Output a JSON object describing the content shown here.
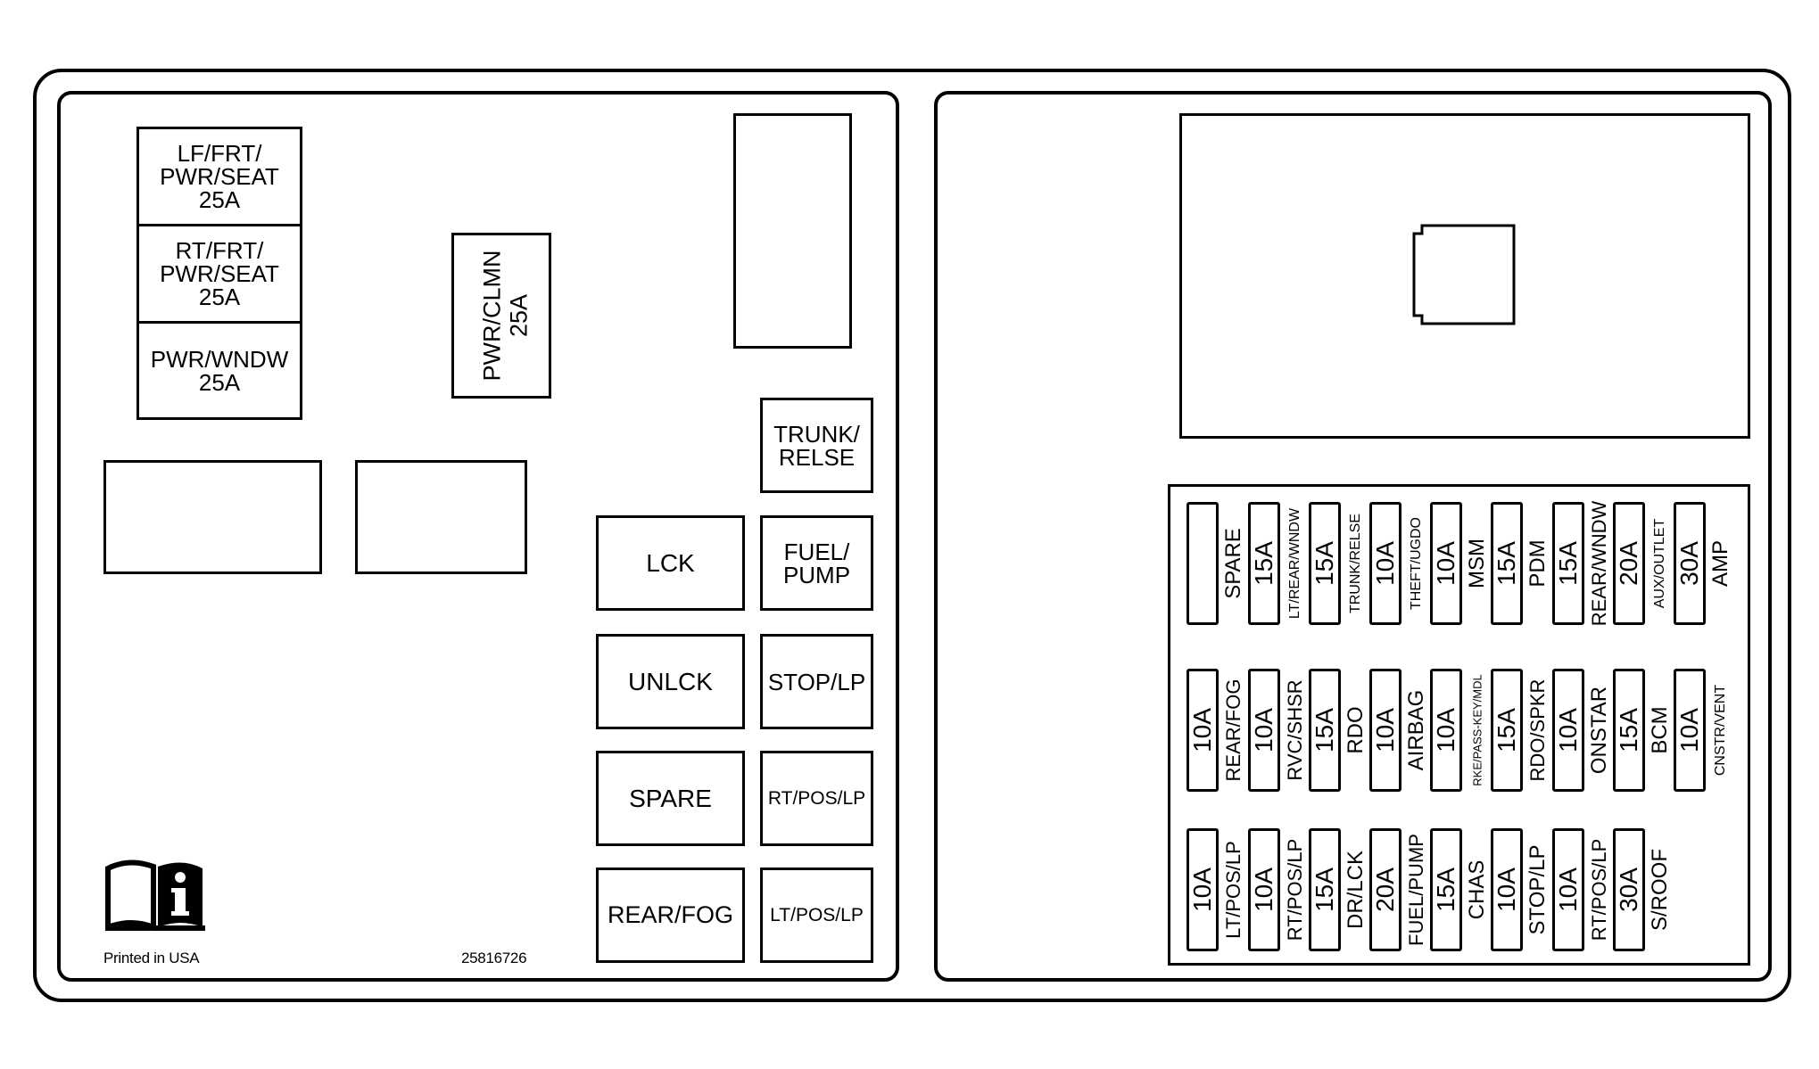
{
  "left_panel": {
    "stack": [
      {
        "label": "LF/FRT/\nPWR/SEAT\n25A"
      },
      {
        "label": "RT/FRT/\nPWR/SEAT\n25A"
      },
      {
        "label": "PWR/WNDW\n25A"
      }
    ],
    "pwr_clmn": {
      "name": "PWR/CLMN",
      "amp": "25A"
    },
    "relays": [
      {
        "label": "TRUNK/\nRELSE"
      },
      {
        "label": "LCK"
      },
      {
        "label": "FUEL/\nPUMP"
      },
      {
        "label": "UNLCK"
      },
      {
        "label": "STOP/LP"
      },
      {
        "label": "SPARE"
      },
      {
        "label": "RT/POS/LP"
      },
      {
        "label": "REAR/FOG"
      },
      {
        "label": "LT/POS/LP"
      }
    ],
    "footer_left": "Printed in USA",
    "footer_number": "25816726"
  },
  "fuse_rows": [
    [
      {
        "amp": "",
        "name": "SPARE"
      },
      {
        "amp": "15A",
        "name": "LT/REAR/WNDW"
      },
      {
        "amp": "15A",
        "name": "TRUNK/RELSE"
      },
      {
        "amp": "10A",
        "name": "THEFT/UGDO"
      },
      {
        "amp": "10A",
        "name": "MSM"
      },
      {
        "amp": "15A",
        "name": "PDM"
      },
      {
        "amp": "15A",
        "name": "REAR/WNDW"
      },
      {
        "amp": "20A",
        "name": "AUX/OUTLET"
      },
      {
        "amp": "30A",
        "name": "AMP"
      }
    ],
    [
      {
        "amp": "10A",
        "name": "REAR/FOG"
      },
      {
        "amp": "10A",
        "name": "RVC/SHSR"
      },
      {
        "amp": "15A",
        "name": "RDO"
      },
      {
        "amp": "10A",
        "name": "AIRBAG"
      },
      {
        "amp": "10A",
        "name": "RKE/PASS-KEY/MDL"
      },
      {
        "amp": "15A",
        "name": "RDO/SPKR"
      },
      {
        "amp": "10A",
        "name": "ONSTAR"
      },
      {
        "amp": "15A",
        "name": "BCM"
      },
      {
        "amp": "10A",
        "name": "CNSTR/VENT"
      }
    ],
    [
      {
        "amp": "10A",
        "name": "LT/POS/LP"
      },
      {
        "amp": "10A",
        "name": "RT/POS/LP"
      },
      {
        "amp": "15A",
        "name": "DR/LCK"
      },
      {
        "amp": "20A",
        "name": "FUEL/PUMP"
      },
      {
        "amp": "15A",
        "name": "CHAS"
      },
      {
        "amp": "10A",
        "name": "STOP/LP"
      },
      {
        "amp": "10A",
        "name": "RT/POS/LP"
      },
      {
        "amp": "30A",
        "name": "S/ROOF"
      }
    ]
  ],
  "icons": {
    "manual": "manual-book-info-icon"
  }
}
